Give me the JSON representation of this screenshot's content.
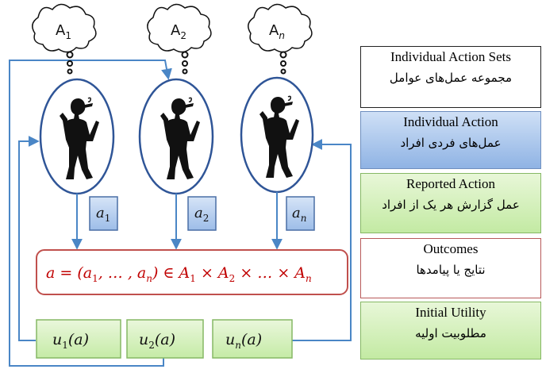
{
  "agents": [
    {
      "thought": "A",
      "thought_sub": "1",
      "action": "a",
      "action_sub": "1",
      "utility": "u",
      "utility_sub": "1",
      "utility_arg": "(a)"
    },
    {
      "thought": "A",
      "thought_sub": "2",
      "action": "a",
      "action_sub": "2",
      "utility": "u",
      "utility_sub": "2",
      "utility_arg": "(a)"
    },
    {
      "thought": "A",
      "thought_sub": "n",
      "action": "a",
      "action_sub": "n",
      "utility": "u",
      "utility_sub": "n",
      "utility_arg": "(a)"
    }
  ],
  "outcome_formula": {
    "head": "a = (a",
    "s1": "1",
    "mid": ", … , a",
    "s2": "n",
    "in": ") ∈ A",
    "s3": "1",
    "x1": " × A",
    "s4": "2",
    "x2": " × … × A",
    "s5": "n"
  },
  "legend": [
    {
      "en": "Individual Action Sets",
      "fa": "مجموعه عمل‌های عوامل"
    },
    {
      "en": "Individual Action",
      "fa": "عمل‌های فردی افراد"
    },
    {
      "en": "Reported Action",
      "fa": "عمل گزارش هر یک از افراد"
    },
    {
      "en": "Outcomes",
      "fa": "نتایج یا پیامدها"
    },
    {
      "en": "Initial Utility",
      "fa": "مطلوبیت اولیه"
    }
  ],
  "colors": {
    "arrow": "#4a86c6",
    "ellipse": "#2f5597",
    "action_box_fill": "#bdd2ee",
    "outcome_border": "#c0504d",
    "outcome_text": "#c00000",
    "utility_fill": "#d7f0c3"
  }
}
